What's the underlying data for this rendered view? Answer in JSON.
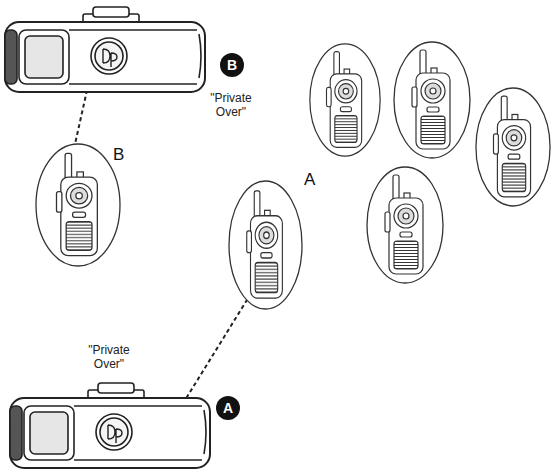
{
  "diagram": {
    "nodes": [
      {
        "text": [
          "\"Private Over\""
        ]
      },
      {
        "text": [
          "B"
        ]
      },
      {
        "text": [
          "B"
        ]
      },
      {
        "text": [
          "A"
        ]
      },
      {
        "text": [
          "\"Private Over\""
        ]
      },
      {
        "text": [
          "A"
        ]
      }
    ],
    "edges": [
      {
        "from": 0,
        "to": 2,
        "arrow": "none"
      },
      {
        "from": 4,
        "to": 3,
        "arrow": "none"
      }
    ]
  }
}
